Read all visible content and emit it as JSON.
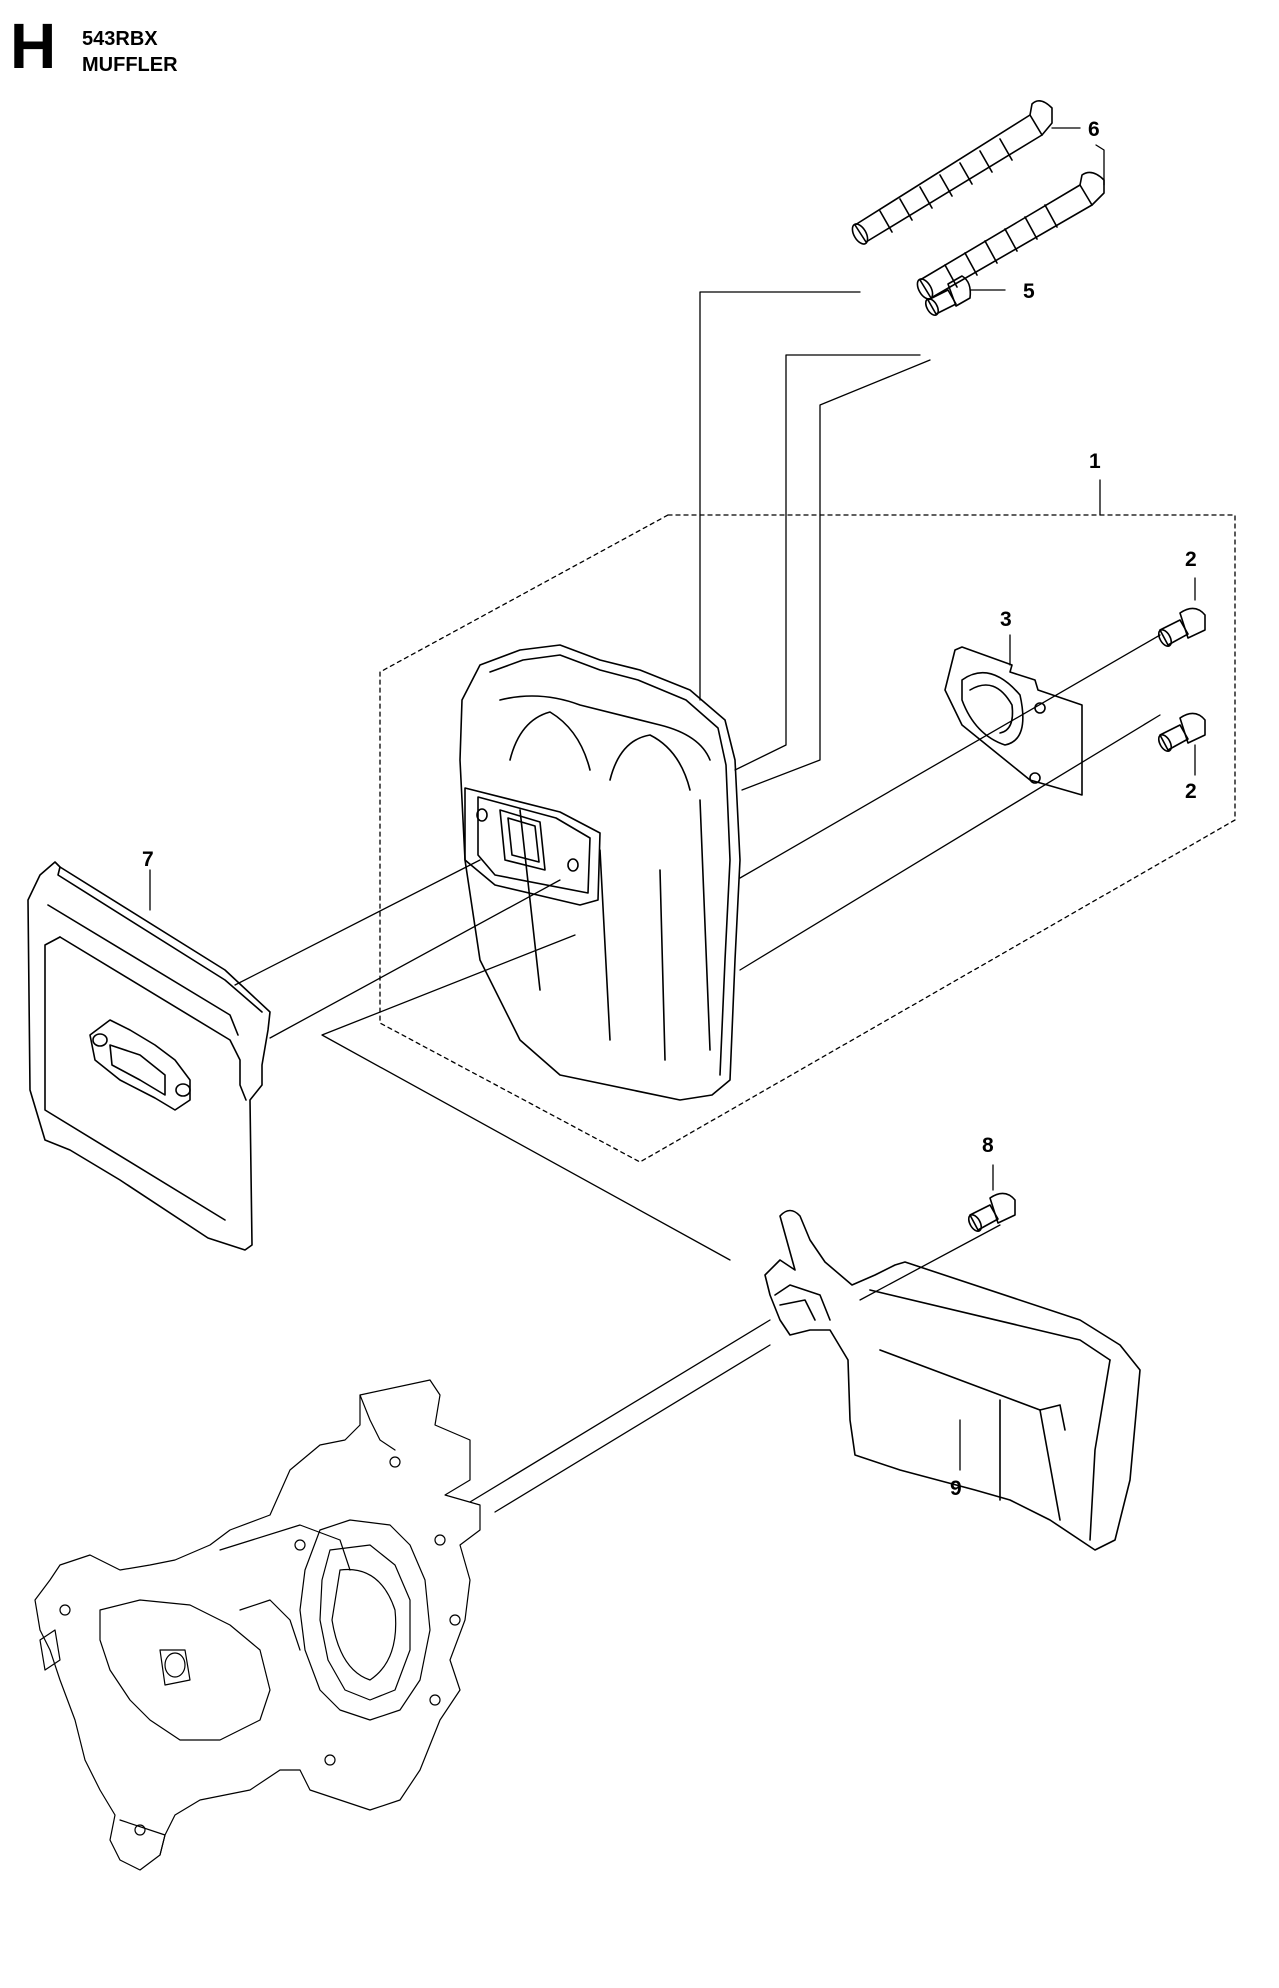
{
  "header": {
    "section_letter": "H",
    "model": "543RBX",
    "title": "MUFFLER"
  },
  "parts": [
    {
      "id": "p1",
      "label": "1"
    },
    {
      "id": "p2a",
      "label": "2"
    },
    {
      "id": "p2b",
      "label": "2"
    },
    {
      "id": "p3",
      "label": "3"
    },
    {
      "id": "p5",
      "label": "5"
    },
    {
      "id": "p6",
      "label": "6"
    },
    {
      "id": "p7",
      "label": "7"
    },
    {
      "id": "p8",
      "label": "8"
    },
    {
      "id": "p9",
      "label": "9"
    }
  ]
}
